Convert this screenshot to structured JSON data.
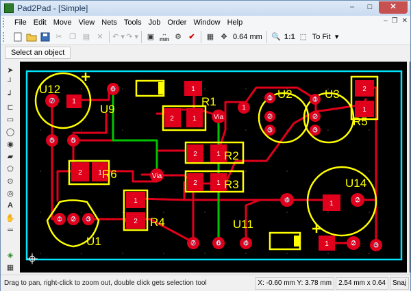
{
  "window": {
    "title": "Pad2Pad - [Simple]",
    "buttons": [
      "–",
      "□",
      "✕"
    ]
  },
  "menu": [
    "File",
    "Edit",
    "Move",
    "View",
    "Nets",
    "Tools",
    "Job",
    "Order",
    "Window",
    "Help"
  ],
  "mdi_buttons": [
    "–",
    "❐",
    "✕"
  ],
  "toolbar": {
    "grid": "0.64 mm",
    "zoom_one": "1:1",
    "zoom_fit": "To Fit",
    "mm_label": "mm"
  },
  "hint": "Select an object",
  "board": {
    "labels": {
      "u12": "U12",
      "u9": "U9",
      "r1": "R1",
      "u2": "U2",
      "u3": "U3",
      "r5": "R5",
      "r2": "R2",
      "r6": "R6",
      "r3": "R3",
      "u14": "U14",
      "u1": "U1",
      "r4": "R4",
      "u11": "U11"
    },
    "via": "Via",
    "pads": {
      "p1": "1",
      "p2": "2",
      "p3": "3",
      "p4": "4",
      "p5": "5",
      "p6": "6",
      "p7": "7"
    }
  },
  "status": {
    "message": "Drag to pan, right-click to zoom out, double click gets selection tool",
    "coords": "X: -0.60 mm Y: 3.78 mm",
    "size": "2.54 mm x 0.64",
    "snap": "Snaj"
  },
  "colors": {
    "board": "#000000",
    "outline": "#00e5ff",
    "silk": "#ffff00",
    "trace_red": "#e0001b",
    "trace_green": "#00c400",
    "pad": "#e0001b"
  }
}
